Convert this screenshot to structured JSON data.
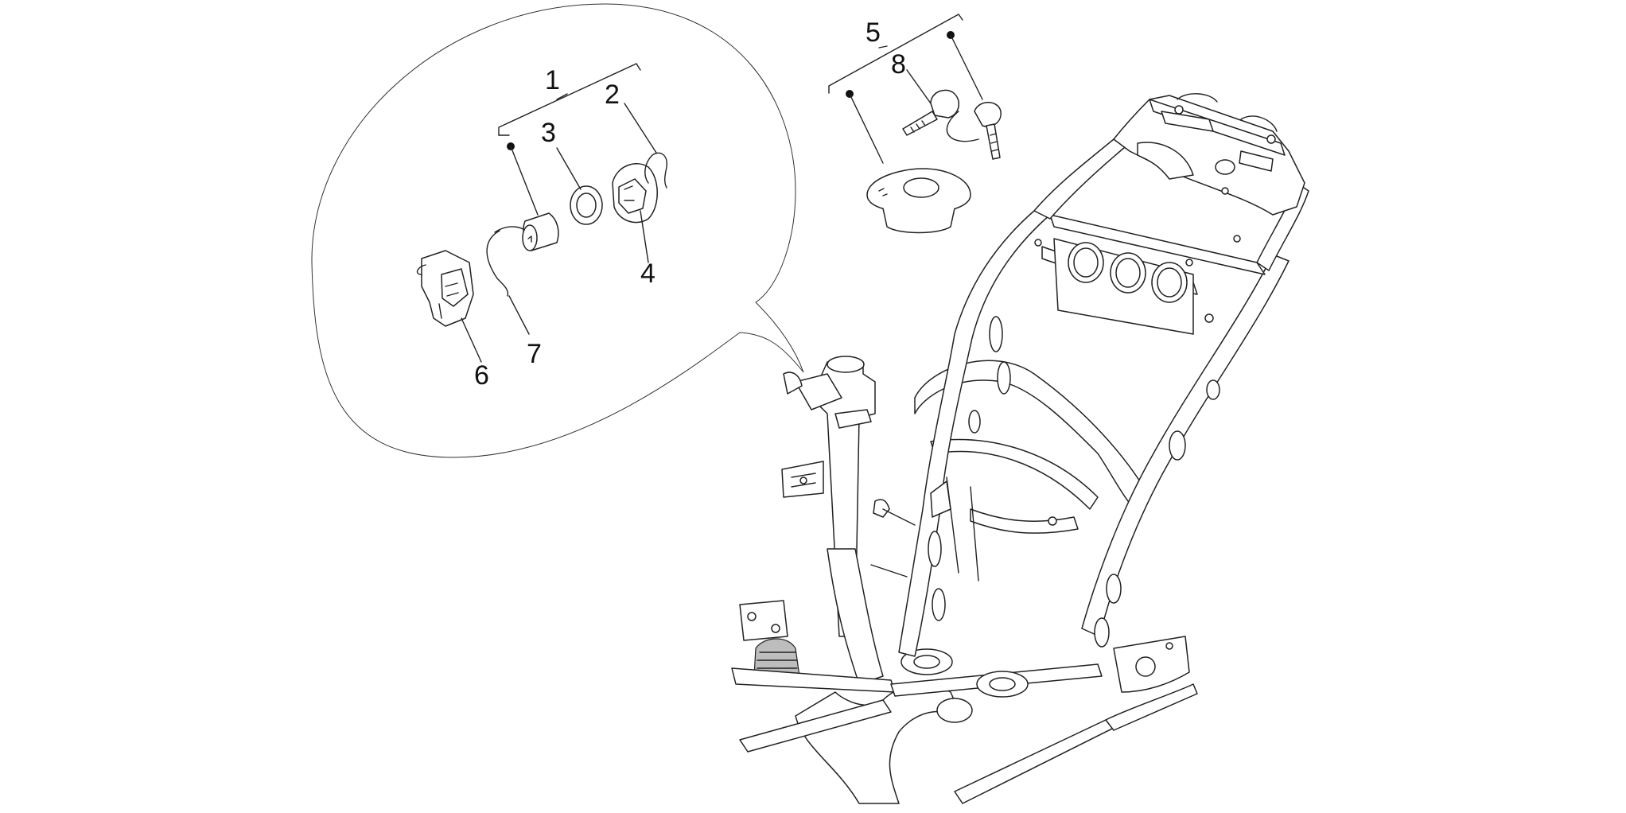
{
  "callouts": {
    "c1": "1",
    "c2": "2",
    "c3": "3",
    "c4": "4",
    "c5": "5",
    "c6": "6",
    "c7": "7",
    "c8": "8"
  },
  "colors": {
    "line": "#222222",
    "background": "#ffffff",
    "shade": "#bdbdbd"
  }
}
